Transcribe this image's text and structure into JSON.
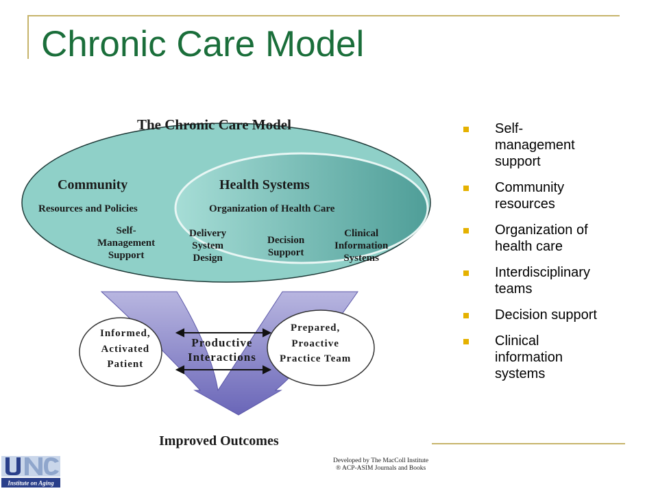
{
  "slide": {
    "title": "Chronic Care Model"
  },
  "diagram": {
    "title": "The Chronic Care Model",
    "community": {
      "heading": "Community",
      "sub": "Resources and Policies",
      "self_management": "Self-\nManagement\nSupport"
    },
    "health_systems": {
      "heading": "Health Systems",
      "sub": "Organization of Health Care",
      "delivery": "Delivery\nSystem\nDesign",
      "decision": "Decision\nSupport",
      "clinical": "Clinical\nInformation\nSystems"
    },
    "patient": "Informed,\nActivated\nPatient",
    "interactions": "Productive\nInteractions",
    "team": "Prepared,\nProactive\nPractice Team",
    "outcomes": "Improved Outcomes",
    "credit": "Developed by The MacColl Institute\n® ACP-ASIM Journals and Books",
    "colors": {
      "outer_oval": "#8fd0c8",
      "inner_oval": "#5db0a8",
      "arrow": "#8a86c6"
    }
  },
  "bullets": [
    "Self-\nmanagement\nsupport",
    "Community\nresources",
    "Organization of\nhealth care",
    "Interdisciplinary\nteams",
    "Decision support",
    "Clinical\ninformation\nsystems"
  ],
  "logo": {
    "label": "Institute on Aging",
    "icon": "institute-logo-icon"
  }
}
